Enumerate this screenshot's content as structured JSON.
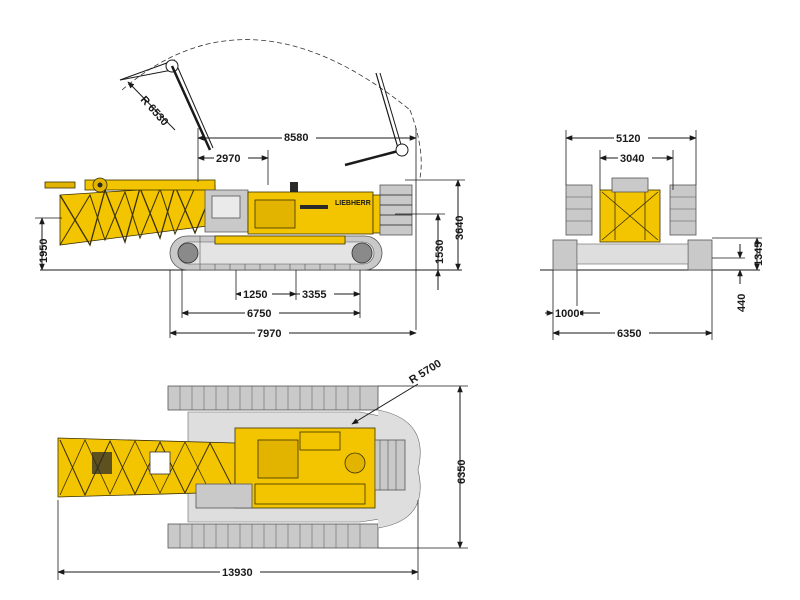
{
  "brand_text": "LIEBHERR",
  "side_view": {
    "radius_label": "R 6530",
    "dims": {
      "overall_top": "8580",
      "boom_pivot": "2970",
      "height_total": "3640",
      "height_body": "1530",
      "boom_foot_height": "1950",
      "track_a": "1250",
      "track_b": "3355",
      "track_length": "6750",
      "tail_length": "7970"
    }
  },
  "front_view": {
    "dims": {
      "width_top": "5120",
      "width_inner": "3040",
      "height_upper": "1345",
      "ground_clearance": "440",
      "track_width": "1000",
      "overall_width": "6350"
    }
  },
  "top_view": {
    "radius_label": "R 5700",
    "dims": {
      "overall_length": "13930",
      "overall_width": "6350"
    }
  },
  "colors": {
    "machine_yellow": "#f3c500",
    "track_gray": "#c9c9c9",
    "line": "#1a1a1a"
  }
}
